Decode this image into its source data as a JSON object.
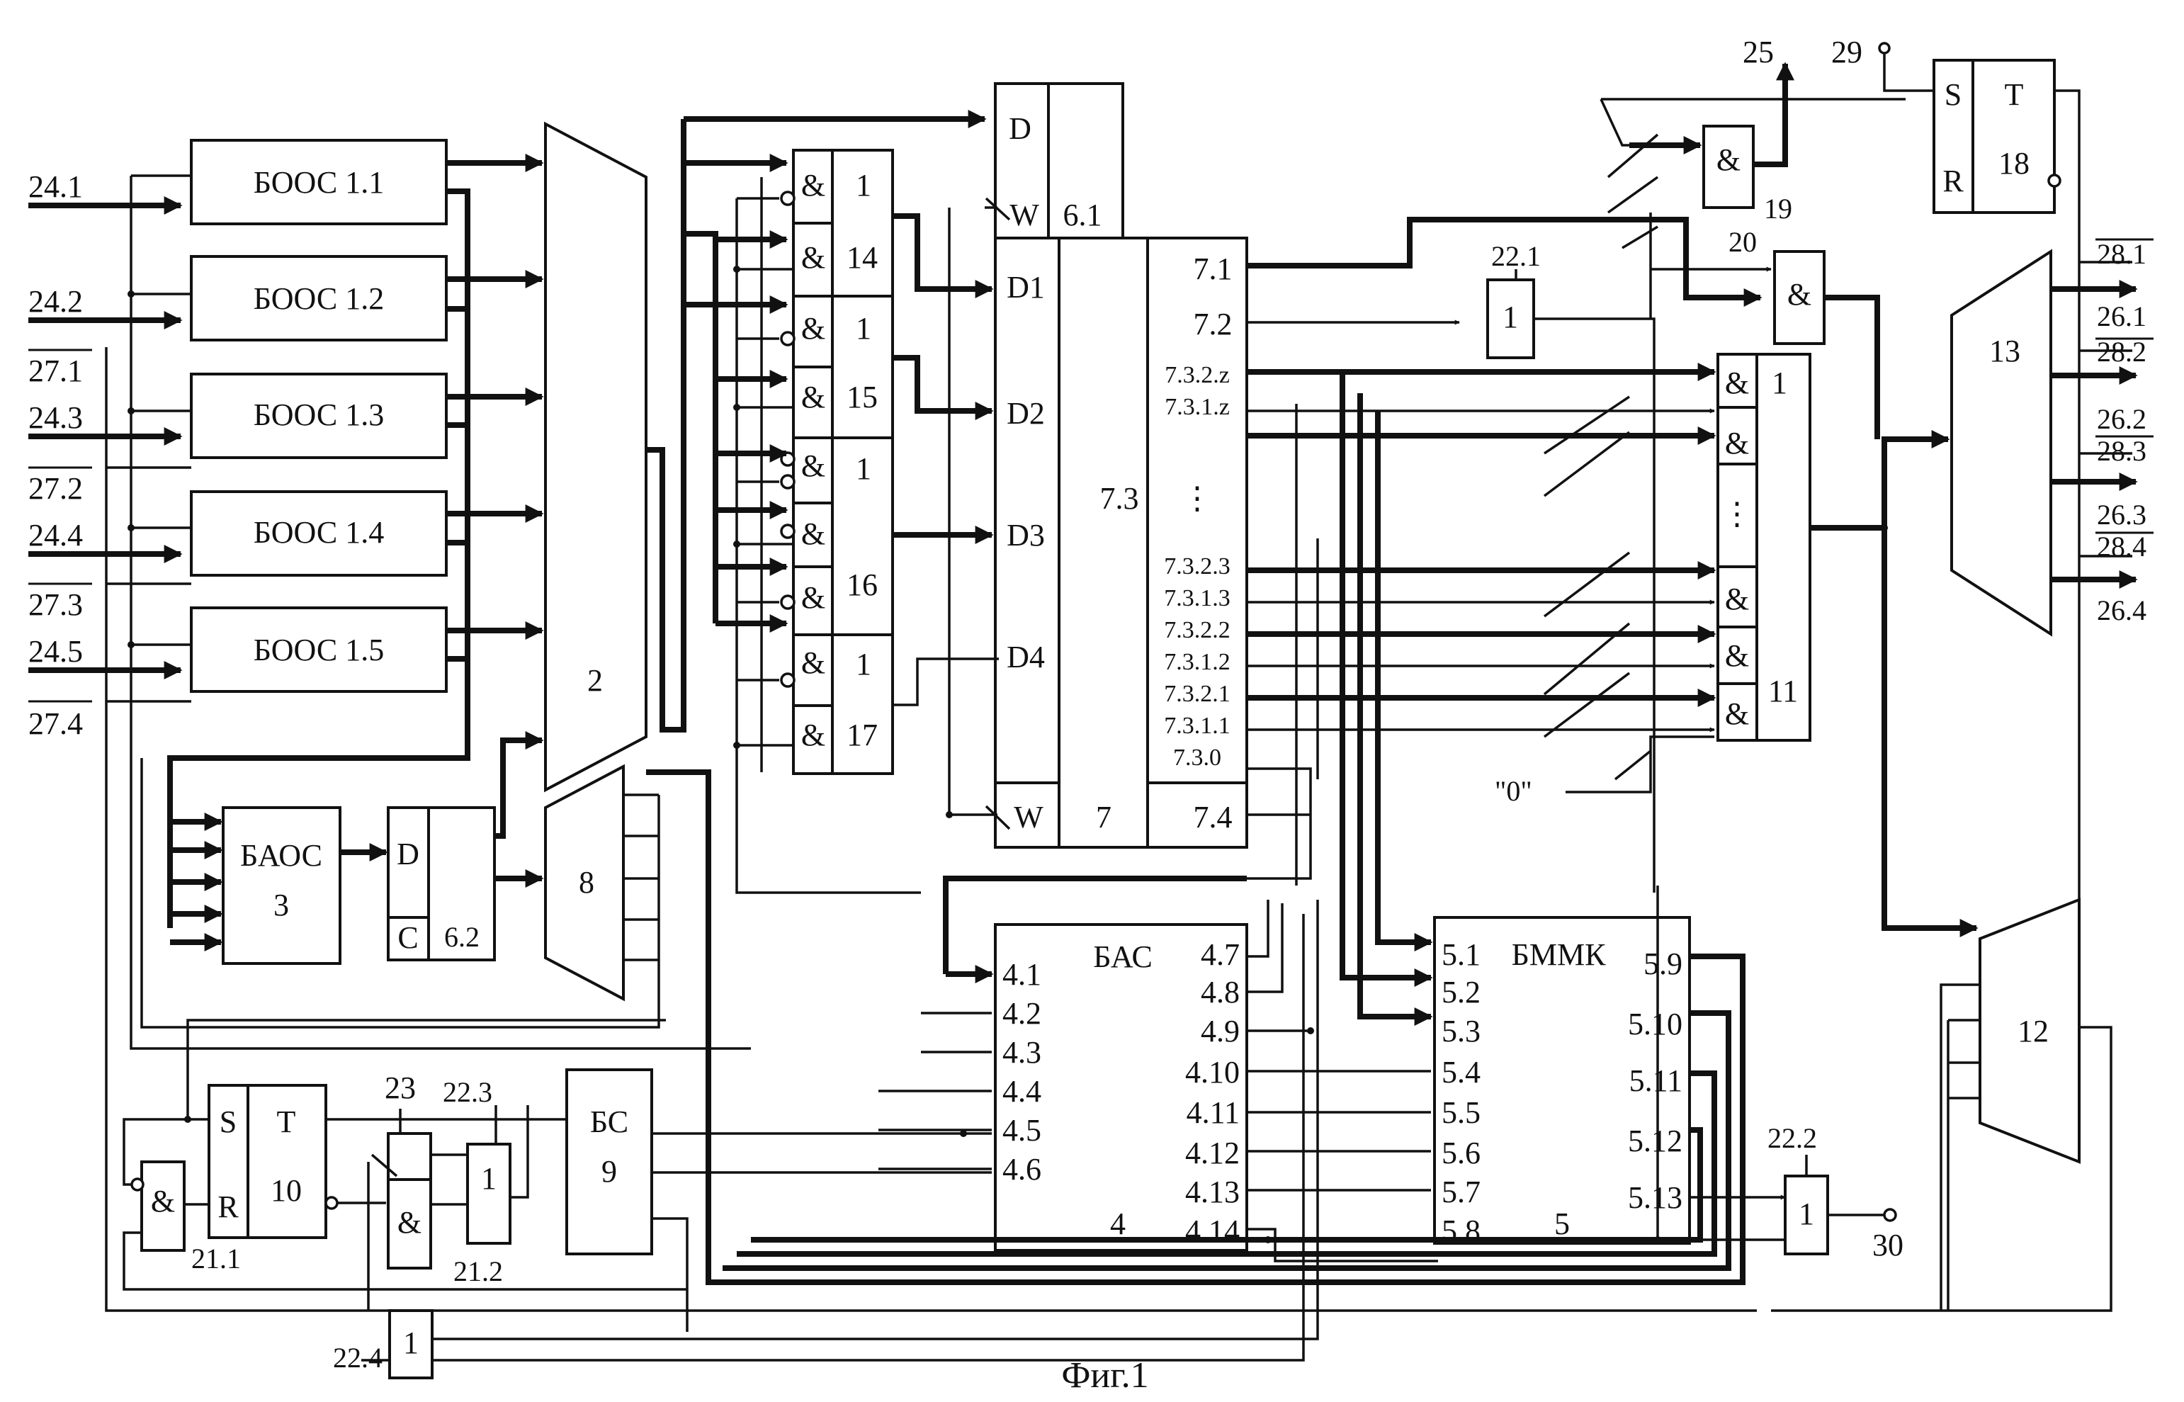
{
  "figure": {
    "caption": "Фиг.1"
  },
  "inputs": {
    "in_24_1": "24.1",
    "in_24_2": "24.2",
    "in_24_3": "24.3",
    "in_24_4": "24.4",
    "in_24_5": "24.5",
    "in_27_1": "27.1",
    "in_27_2": "27.2",
    "in_27_3": "27.3",
    "in_27_4": "27.4"
  },
  "blocks": {
    "boos_1_1": "БООС 1.1",
    "boos_1_2": "БООС 1.2",
    "boos_1_3": "БООС 1.3",
    "boos_1_4": "БООС 1.4",
    "boos_1_5": "БООС 1.5",
    "mux_2": "2",
    "baos_name": "БАОС",
    "baos_num": "3",
    "mux_8": "8",
    "reg_6_2": {
      "d": "D",
      "c": "C",
      "num": "6.2"
    },
    "reg_6_1": {
      "d": "D",
      "w": "W",
      "num": "6.1"
    },
    "group_14": {
      "and": "&",
      "or": "1",
      "num": "14"
    },
    "group_15": {
      "and": "&",
      "or": "1",
      "num": "15"
    },
    "group_16": {
      "and": "&",
      "or": "1",
      "num": "16"
    },
    "group_17": {
      "and": "&",
      "or": "1",
      "num": "17"
    },
    "reg_7": {
      "d1": "D1",
      "d2": "D2",
      "d3": "D3",
      "d4": "D4",
      "w": "W",
      "num": "7",
      "mid": "7.3",
      "outs": [
        "7.1",
        "7.2",
        "7.3.2.z",
        "7.3.1.z",
        "7.3.2.3",
        "7.3.1.3",
        "7.3.2.2",
        "7.3.1.2",
        "7.3.2.1",
        "7.3.1.1",
        "7.3.0",
        "7.4"
      ]
    },
    "and_11": {
      "and": "&",
      "top": "1",
      "num": "11"
    },
    "zero_const": "\"0\"",
    "mux_13": "13",
    "mux_12": "12",
    "trig_18": {
      "s": "S",
      "t": "T",
      "r": "R",
      "num": "18"
    },
    "and_19": {
      "and": "&",
      "num": "19"
    },
    "and_20": {
      "and": "&",
      "num": "20"
    },
    "or_22_1": {
      "sym": "1",
      "num": "22.1"
    },
    "bas_4": {
      "name": "БАС",
      "num": "4",
      "left": [
        "4.1",
        "4.2",
        "4.3",
        "4.4",
        "4.5",
        "4.6"
      ],
      "right": [
        "4.7",
        "4.8",
        "4.9",
        "4.10",
        "4.11",
        "4.12",
        "4.13",
        "4.14"
      ]
    },
    "bmmk_5": {
      "name": "БММК",
      "num": "5",
      "left": [
        "5.1",
        "5.2",
        "5.3",
        "5.4",
        "5.5",
        "5.6",
        "5.7",
        "5.8"
      ],
      "right": [
        "5.9",
        "5.10",
        "5.11",
        "5.12",
        "5.13"
      ]
    },
    "trig_10": {
      "s": "S",
      "t": "T",
      "r": "R",
      "num": "10"
    },
    "and_21_1": {
      "and": "&",
      "num": "21.1"
    },
    "and_21_2": {
      "and": "&",
      "num": "21.2"
    },
    "el_23": "23",
    "or_22_3": {
      "sym": "1",
      "num": "22.3"
    },
    "bs_9": {
      "name": "БС",
      "num": "9"
    },
    "or_22_4": {
      "sym": "1",
      "num": "22.4"
    },
    "or_22_2": {
      "sym": "1",
      "num": "22.2"
    }
  },
  "outputs": {
    "out_25": "25",
    "in_29": "29",
    "out_30": "30",
    "out_28_1": "28.1",
    "out_26_1": "26.1",
    "out_28_2": "28.2",
    "out_26_2": "26.2",
    "out_28_3": "28.3",
    "out_26_3": "26.3",
    "out_28_4": "28.4",
    "out_26_4": "26.4"
  }
}
